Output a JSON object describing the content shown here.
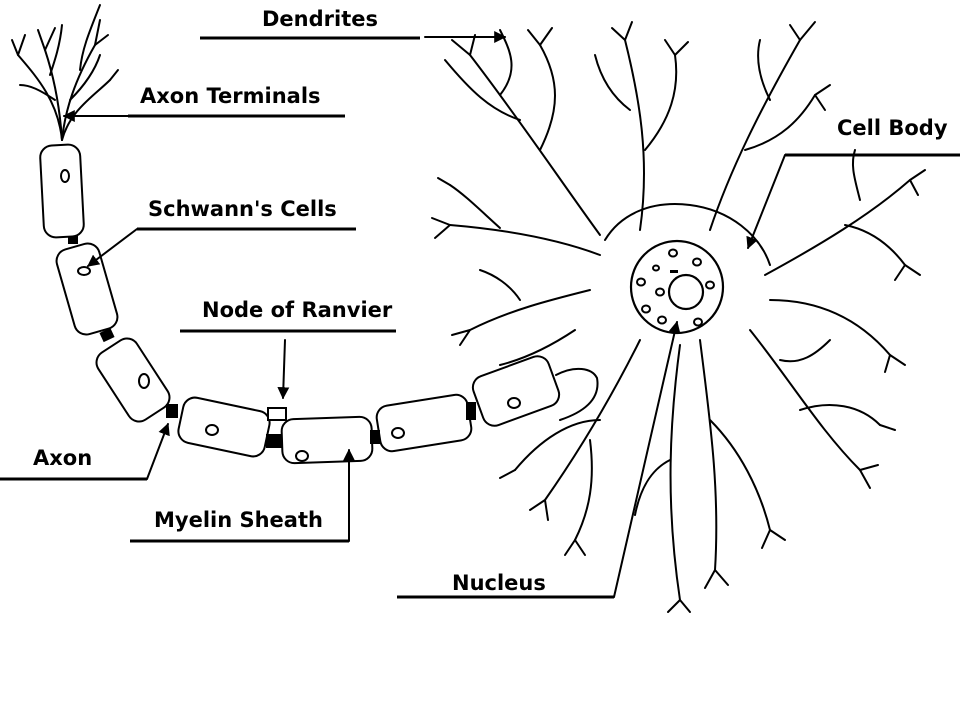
{
  "labels": {
    "dendrites": "Dendrites",
    "axon_terminals": "Axon Terminals",
    "cell_body": "Cell Body",
    "schwanns_cells": "Schwann's Cells",
    "node_of_ranvier": "Node of Ranvier",
    "axon": "Axon",
    "myelin_sheath": "Myelin Sheath",
    "nucleus": "Nucleus"
  }
}
